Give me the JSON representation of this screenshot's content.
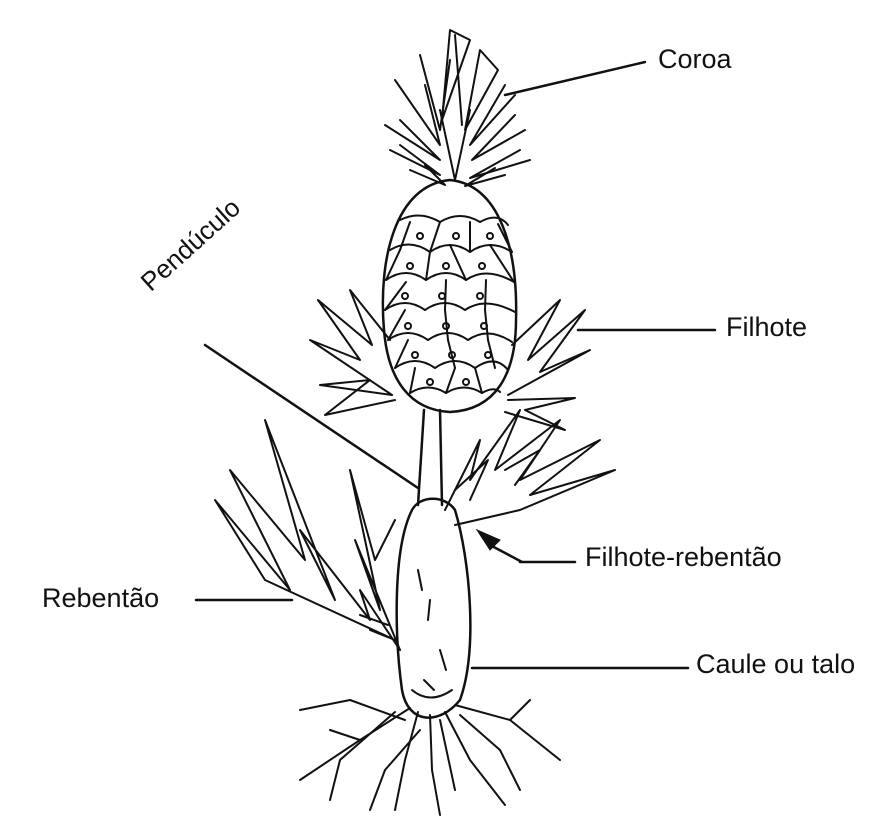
{
  "labels": {
    "coroa": "Coroa",
    "filhote": "Filhote",
    "penduculo": "Pendúculo",
    "filhote_rebentao": "Filhote-rebentão",
    "rebentao": "Rebentão",
    "caule": "Caule ou talo"
  },
  "colors": {
    "ink": "#111111",
    "background": "#ffffff"
  }
}
